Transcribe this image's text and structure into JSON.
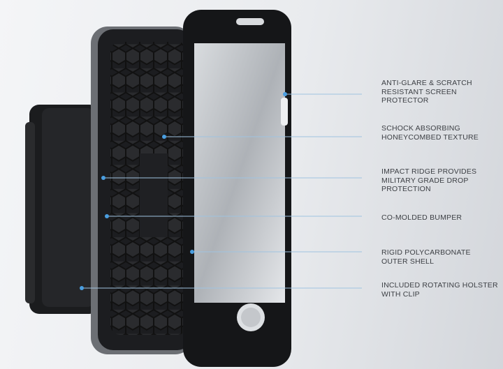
{
  "accent_color": "#4a9ee0",
  "callouts": [
    {
      "text": "ANTI-GLARE & SCRATCH\nRESISTANT SCREEN\nPROTECTOR",
      "part": "screen-protector"
    },
    {
      "text": "SCHOCK ABSORBING\nHONEYCOMBED TEXTURE",
      "part": "honeycomb-liner"
    },
    {
      "text": "IMPACT RIDGE PROVIDES\nMILITARY GRADE DROP\nPROTECTION",
      "part": "impact-ridge"
    },
    {
      "text": "CO-MOLDED BUMPER",
      "part": "bumper"
    },
    {
      "text": "RIGID POLYCARBONATE\nOUTER SHELL",
      "part": "outer-shell"
    },
    {
      "text": "INCLUDED ROTATING HOLSTER\nWITH CLIP",
      "part": "holster"
    }
  ]
}
